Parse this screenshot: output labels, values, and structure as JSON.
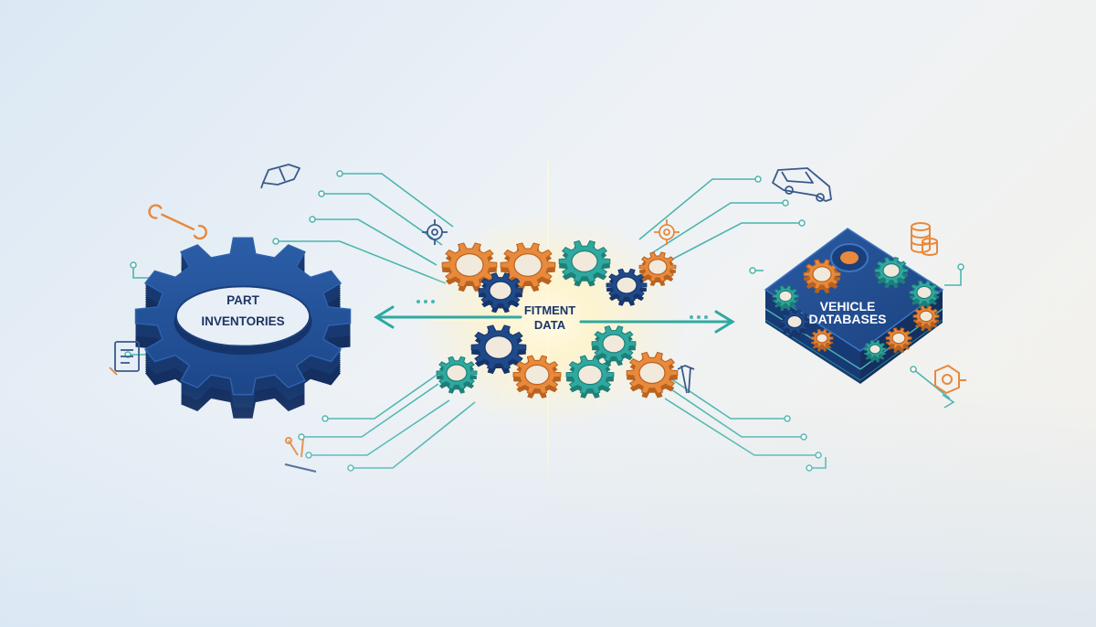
{
  "labels": {
    "left": [
      "PART",
      "INVENTORIES"
    ],
    "center": [
      "FITMENT",
      "DATA"
    ],
    "right": [
      "VEHICLE",
      "DATABASES"
    ]
  },
  "colors": {
    "navy": "#1f4a8a",
    "navy_dark": "#16356b",
    "teal": "#2fa9a0",
    "orange": "#e8893c",
    "line": "#4bb5ae",
    "text": "#1d3566"
  },
  "icons": [
    "wrench-icon",
    "steering-icon",
    "checklist-icon",
    "car-icon",
    "coins-icon",
    "engine-icon",
    "tools-icon"
  ]
}
